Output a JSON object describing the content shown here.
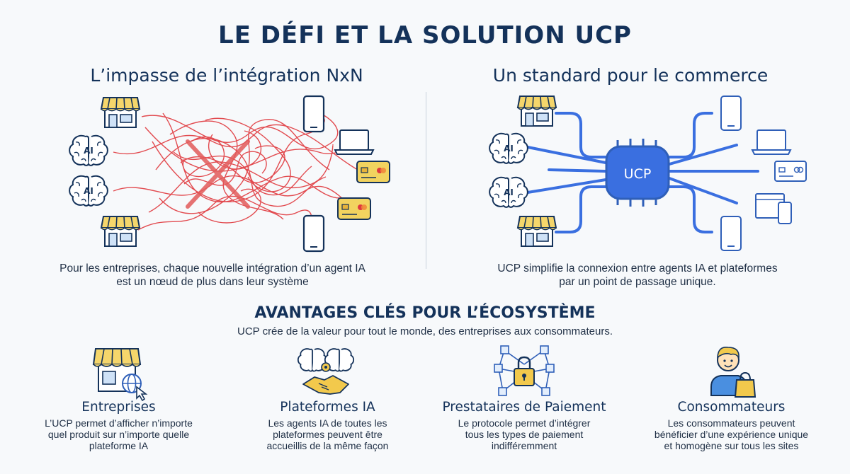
{
  "title": "LE DÉFI ET LA SOLUTION UCP",
  "left_panel": {
    "title": "L’impasse de l’intégration NxN",
    "caption_line1": "Pour les entreprises, chaque nouvelle intégration d’un agent IA",
    "caption_line2": "est un nœud de plus dans leur système",
    "ai_label": "AI"
  },
  "right_panel": {
    "title": "Un standard pour le commerce",
    "hub_label": "UCP",
    "caption_line1": "UCP simplifie la connexion entre agents IA et plateformes",
    "caption_line2": "par un point de passage unique.",
    "ai_label": "AI"
  },
  "benefits": {
    "title": "AVANTAGES CLÉS POUR L’ÉCOSYSTÈME",
    "subtitle": "UCP crée de la valeur pour tout le monde, des entreprises aux consommateurs.",
    "cards": [
      {
        "icon": "storefront-globe-icon",
        "title": "Entreprises",
        "lines": [
          "L’UCP permet d’afficher n’importe",
          "quel produit sur n’importe quelle",
          "plateforme IA"
        ]
      },
      {
        "icon": "brains-handshake-icon",
        "title": "Plateformes IA",
        "lines": [
          "Les agents IA de toutes les",
          "plateformes peuvent être",
          "accueillis de la même façon"
        ]
      },
      {
        "icon": "network-lock-icon",
        "title": "Prestataires de Paiement",
        "lines": [
          "Le protocole permet d’intégrer",
          "tous les types de paiement",
          "indifféremment"
        ]
      },
      {
        "icon": "shopper-bag-icon",
        "title": "Consommateurs",
        "lines": [
          "Les consommateurs peuvent",
          "bénéficier d’une expérience unique",
          "et homogène sur tous les sites"
        ]
      }
    ]
  },
  "colors": {
    "navy": "#14325a",
    "tangle_red": "#e0393e",
    "hub_blue": "#3a6fe0",
    "awning_yellow": "#f5d66b",
    "card_yellow": "#f2d35f"
  }
}
